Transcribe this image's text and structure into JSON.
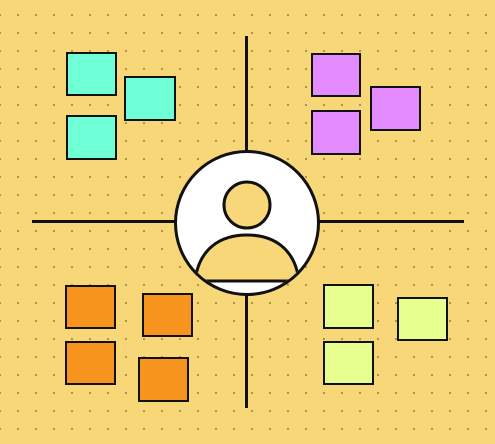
{
  "board": {
    "background_color": "#F7D778",
    "line_color": "#111111",
    "center_icon": "user-icon",
    "quadrants": [
      {
        "position": "top-left",
        "color": "#6FFFD6",
        "note_count": 3
      },
      {
        "position": "top-right",
        "color": "#E38BFF",
        "note_count": 3
      },
      {
        "position": "bottom-left",
        "color": "#F7941D",
        "note_count": 4
      },
      {
        "position": "bottom-right",
        "color": "#E6FF8F",
        "note_count": 3
      }
    ]
  }
}
